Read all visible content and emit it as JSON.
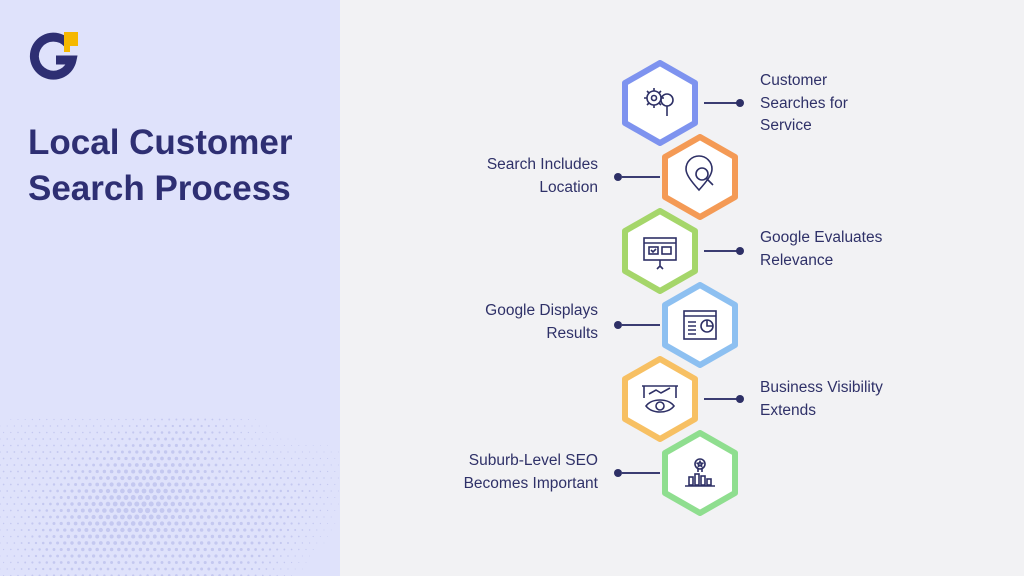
{
  "title": {
    "line1": "Local Customer",
    "line2": "Search Process"
  },
  "colors": {
    "brand_navy": "#2e2f73",
    "brand_yellow": "#f5b800",
    "left_bg": "#dfe2fb",
    "right_bg": "#f2f2f4"
  },
  "steps": [
    {
      "lines": [
        "Customer",
        "Searches for",
        "Service"
      ],
      "icon": "gear-search-icon",
      "color": "#7e93ef"
    },
    {
      "lines": [
        "Search Includes",
        "Location"
      ],
      "icon": "location-search-icon",
      "color": "#f49a55"
    },
    {
      "lines": [
        "Google Evaluates",
        "Relevance"
      ],
      "icon": "evaluate-screen-icon",
      "color": "#a5d66a"
    },
    {
      "lines": [
        "Google Displays",
        "Results"
      ],
      "icon": "results-display-icon",
      "color": "#8dc0f1"
    },
    {
      "lines": [
        "Business Visibility",
        "Extends"
      ],
      "icon": "visibility-eye-icon",
      "color": "#f7c063"
    },
    {
      "lines": [
        "Suburb-Level SEO",
        "Becomes Important"
      ],
      "icon": "suburb-ranking-icon",
      "color": "#8fde8f"
    }
  ]
}
